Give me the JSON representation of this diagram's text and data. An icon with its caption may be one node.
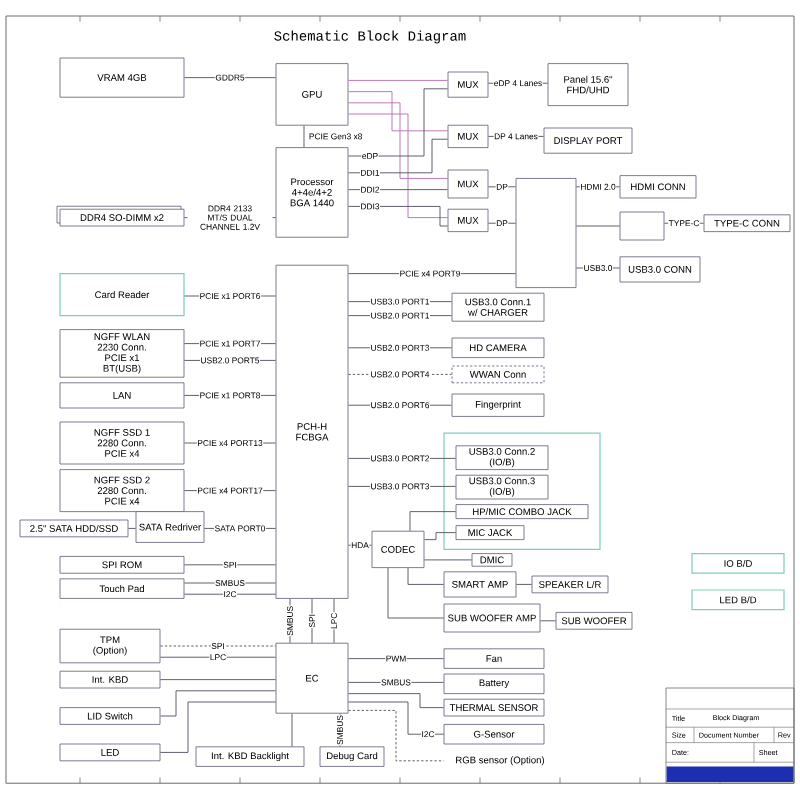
{
  "diagram": {
    "title": "Schematic Block Diagram",
    "nodes": [
      {
        "text": [
          "VRAM 4GB"
        ]
      },
      {
        "text": [
          "GPU"
        ]
      },
      {
        "text": [
          "Processor",
          "4+4e/4+2",
          "BGA 1440"
        ]
      },
      {
        "text": [
          "MUX"
        ]
      },
      {
        "text": [
          "Panel 15.6\"",
          "FHD/UHD"
        ]
      },
      {
        "text": [
          "MUX"
        ]
      },
      {
        "text": [
          "DISPLAY PORT"
        ]
      },
      {
        "text": [
          "MUX"
        ]
      },
      {
        "text": [],
        "shape": "box"
      },
      {
        "text": [
          "HDMI CONN"
        ]
      },
      {
        "text": [
          "MUX"
        ]
      },
      {
        "text": [
          "DDR4 SO-DIMM x2"
        ]
      },
      {
        "text": [],
        "shape": "box"
      },
      {
        "text": [
          "TYPE-C CONN"
        ]
      },
      {
        "text": [
          "USB3.0 CONN"
        ]
      },
      {
        "text": [
          "PCH-H",
          "FCBGA"
        ]
      },
      {
        "text": [
          "Card Reader"
        ]
      },
      {
        "text": [
          "USB3.0 Conn.1",
          "w/ CHARGER"
        ]
      },
      {
        "text": [
          "NGFF WLAN",
          "2230 Conn.",
          "PCIE x1",
          "BT(USB)"
        ]
      },
      {
        "text": [
          "HD CAMERA"
        ]
      },
      {
        "text": [
          "WWAN Conn"
        ]
      },
      {
        "text": [
          "LAN"
        ]
      },
      {
        "text": [
          "Fingerprint"
        ]
      },
      {
        "text": [
          "NGFF SSD 1",
          "2280 Conn.",
          "PCIE x4"
        ]
      },
      {
        "text": [],
        "shape": "box"
      },
      {
        "text": [
          "USB3.0 Conn.2",
          "(IO/B)"
        ],
        "in": 24
      },
      {
        "text": [
          "NGFF SSD 2",
          "2280 Conn.",
          "PCIE x4"
        ]
      },
      {
        "text": [
          "USB3.0 Conn.3",
          "(IO/B)"
        ],
        "in": 24
      },
      {
        "text": [
          "HP/MIC COMBO JACK"
        ],
        "in": 24
      },
      {
        "text": [
          "2.5\" SATA HDD/SSD"
        ]
      },
      {
        "text": [
          "SATA Redriver"
        ]
      },
      {
        "text": [
          "MIC JACK"
        ],
        "in": 24
      },
      {
        "text": [
          "CODEC"
        ]
      },
      {
        "text": [
          "IO B/D"
        ]
      },
      {
        "text": [
          "SPI ROM"
        ]
      },
      {
        "text": [
          "DMIC"
        ]
      },
      {
        "text": [
          "SMART AMP"
        ]
      },
      {
        "text": [
          "SPEAKER L/R"
        ]
      },
      {
        "text": [
          "Touch Pad"
        ]
      },
      {
        "text": [
          "LED B/D"
        ]
      },
      {
        "text": [
          "SUB WOOFER AMP"
        ]
      },
      {
        "text": [
          "SUB WOOFER"
        ]
      },
      {
        "text": [
          "TPM",
          "(Option)"
        ]
      },
      {
        "text": [
          "EC"
        ]
      },
      {
        "text": [
          "Fan"
        ]
      },
      {
        "text": [
          "Int. KBD"
        ]
      },
      {
        "text": [
          "Battery"
        ]
      },
      {
        "text": [
          "THERMAL SENSOR"
        ]
      },
      {
        "text": [
          "LID Switch"
        ]
      },
      {
        "text": [
          "G-Sensor"
        ]
      },
      {
        "text": [
          "LED"
        ]
      },
      {
        "text": [
          "Int. KBD Backlight"
        ]
      },
      {
        "text": [
          "Debug Card"
        ]
      },
      {
        "text": [
          "RGB sensor (Option)"
        ]
      }
    ],
    "edges": [
      {
        "from": 0,
        "to": 1,
        "arrow": "none",
        "label": "GDDR5"
      },
      {
        "from": 1,
        "to": 2,
        "arrow": "none",
        "label": "PCIE Gen3 x8"
      },
      {
        "from": 11,
        "to": 2,
        "arrow": "none",
        "label": "DDR4 2133 MT/S DUAL CHANNEL 1.2V"
      },
      {
        "from": 1,
        "to": 3,
        "arrow": "none",
        "color": "#b46ab4"
      },
      {
        "from": 1,
        "to": 5,
        "arrow": "none",
        "color": "#b46ab4"
      },
      {
        "from": 1,
        "to": 7,
        "arrow": "none",
        "color": "#b46ab4"
      },
      {
        "from": 1,
        "to": 10,
        "arrow": "none",
        "color": "#b46ab4"
      },
      {
        "from": 2,
        "to": 3,
        "arrow": "none",
        "label": "eDP"
      },
      {
        "from": 2,
        "to": 5,
        "arrow": "none",
        "label": "DDI1"
      },
      {
        "from": 2,
        "to": 7,
        "arrow": "none",
        "label": "DDI2"
      },
      {
        "from": 2,
        "to": 10,
        "arrow": "none",
        "label": "DDI3"
      },
      {
        "from": 3,
        "to": 4,
        "arrow": "none",
        "label": "eDP 4 Lanes"
      },
      {
        "from": 5,
        "to": 6,
        "arrow": "none",
        "label": "DP 4 Lanes"
      },
      {
        "from": 7,
        "to": 8,
        "arrow": "none",
        "label": "DP"
      },
      {
        "from": 10,
        "to": 8,
        "arrow": "none",
        "label": "DP"
      },
      {
        "from": 8,
        "to": 9,
        "arrow": "none",
        "label": "HDMI 2.0"
      },
      {
        "from": 8,
        "to": 12,
        "arrow": "none"
      },
      {
        "from": 12,
        "to": 13,
        "arrow": "none",
        "label": "TYPE-C"
      },
      {
        "from": 8,
        "to": 14,
        "arrow": "none",
        "label": "USB3.0"
      },
      {
        "from": 15,
        "to": 8,
        "arrow": "none",
        "label": "PCIE x4 PORT9"
      },
      {
        "from": 15,
        "to": 16,
        "arrow": "none",
        "label": "PCIE x1 PORT6"
      },
      {
        "from": 15,
        "to": 17,
        "arrow": "none",
        "label": "USB3.0 PORT1"
      },
      {
        "from": 15,
        "to": 17,
        "arrow": "none",
        "label": "USB2.0 PORT1"
      },
      {
        "from": 15,
        "to": 18,
        "arrow": "none",
        "label": "PCIE x1 PORT7"
      },
      {
        "from": 15,
        "to": 18,
        "arrow": "none",
        "label": "USB2.0 PORT5"
      },
      {
        "from": 15,
        "to": 19,
        "arrow": "none",
        "label": "USB2.0 PORT3"
      },
      {
        "from": 15,
        "to": 20,
        "arrow": "none",
        "label": "USB2.0 PORT4",
        "style": "dashed"
      },
      {
        "from": 15,
        "to": 21,
        "arrow": "none",
        "label": "PCIE x1 PORT8"
      },
      {
        "from": 15,
        "to": 22,
        "arrow": "none",
        "label": "USB2.0 PORT6"
      },
      {
        "from": 15,
        "to": 23,
        "arrow": "none",
        "label": "PCIE x4 PORT13"
      },
      {
        "from": 15,
        "to": 25,
        "arrow": "none",
        "label": "USB3.0 PORT2"
      },
      {
        "from": 15,
        "to": 26,
        "arrow": "none",
        "label": "PCIE x4 PORT17"
      },
      {
        "from": 15,
        "to": 27,
        "arrow": "none",
        "label": "USB3.0 PORT3"
      },
      {
        "from": 15,
        "to": 30,
        "arrow": "none",
        "label": "SATA PORT0"
      },
      {
        "from": 30,
        "to": 29,
        "arrow": "none"
      },
      {
        "from": 15,
        "to": 32,
        "arrow": "none",
        "label": "HDA"
      },
      {
        "from": 32,
        "to": 28,
        "arrow": "none"
      },
      {
        "from": 32,
        "to": 31,
        "arrow": "none"
      },
      {
        "from": 15,
        "to": 34,
        "arrow": "none",
        "label": "SPI"
      },
      {
        "from": 32,
        "to": 35,
        "arrow": "none"
      },
      {
        "from": 32,
        "to": 36,
        "arrow": "none"
      },
      {
        "from": 36,
        "to": 37,
        "arrow": "none"
      },
      {
        "from": 15,
        "to": 38,
        "arrow": "none",
        "label": "SMBUS"
      },
      {
        "from": 15,
        "to": 38,
        "arrow": "none",
        "label": "I2C"
      },
      {
        "from": 32,
        "to": 40,
        "arrow": "none"
      },
      {
        "from": 40,
        "to": 41,
        "arrow": "none"
      },
      {
        "from": 15,
        "to": 43,
        "arrow": "none",
        "label": "SMBUS"
      },
      {
        "from": 15,
        "to": 43,
        "arrow": "none",
        "label": "SPI"
      },
      {
        "from": 15,
        "to": 43,
        "arrow": "none",
        "label": "LPC"
      },
      {
        "from": 42,
        "to": 43,
        "arrow": "none",
        "label": "SPI",
        "style": "dashed"
      },
      {
        "from": 42,
        "to": 43,
        "arrow": "none",
        "label": "LPC"
      },
      {
        "from": 43,
        "to": 44,
        "arrow": "none",
        "label": "PWM"
      },
      {
        "from": 45,
        "to": 43,
        "arrow": "none"
      },
      {
        "from": 43,
        "to": 46,
        "arrow": "none",
        "label": "SMBUS"
      },
      {
        "from": 43,
        "to": 47,
        "arrow": "none"
      },
      {
        "from": 48,
        "to": 43,
        "arrow": "none"
      },
      {
        "from": 43,
        "to": 49,
        "arrow": "none",
        "label": "I2C"
      },
      {
        "from": 50,
        "to": 43,
        "arrow": "none"
      },
      {
        "from": 43,
        "to": 51,
        "arrow": "none"
      },
      {
        "from": 43,
        "to": 52,
        "arrow": "none",
        "label": "SMBUS"
      },
      {
        "from": 43,
        "to": 53,
        "arrow": "none",
        "style": "dashed"
      }
    ],
    "labels": [
      "Title",
      "Block Diagram",
      "Size",
      "Document Number",
      "Rev",
      "Date:",
      "Sheet"
    ]
  }
}
